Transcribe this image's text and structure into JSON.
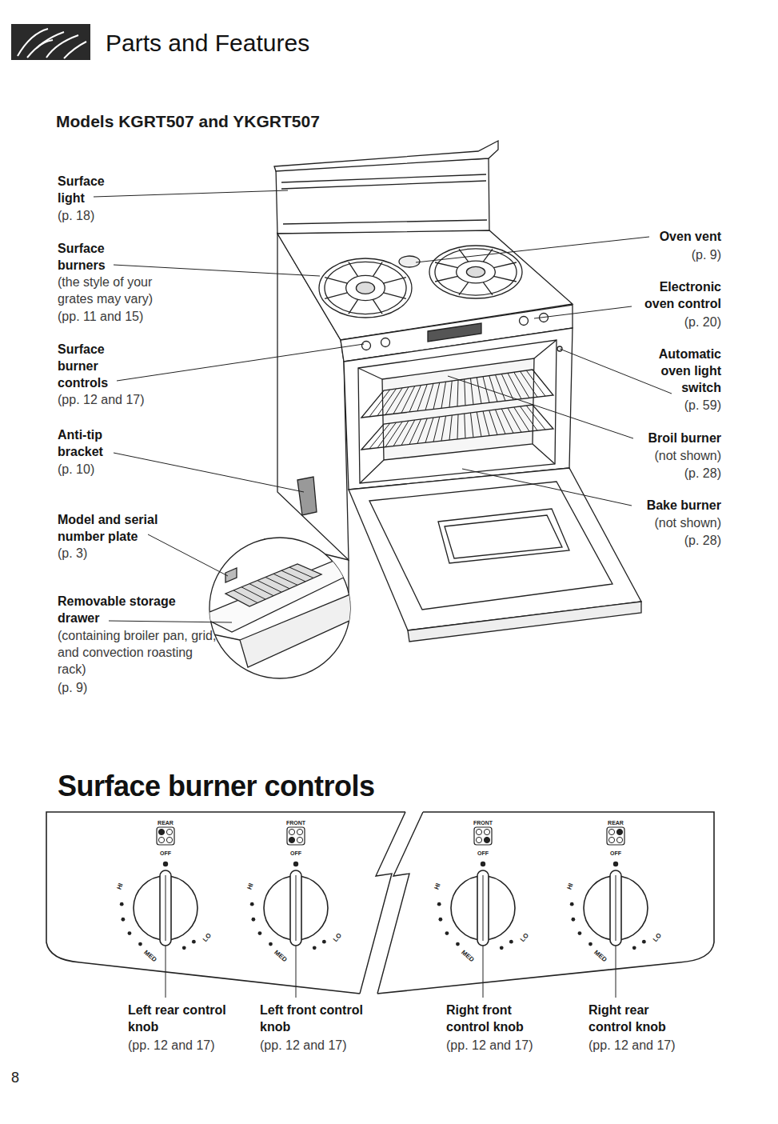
{
  "diagram": {
    "title": "Parts and Features",
    "nodes": [
      {
        "text": [
          "REAR",
          "OFF",
          "HI",
          "MED",
          "LO",
          "FRONT",
          "OFF",
          "HI",
          "MED",
          "LO",
          "FRONT",
          "OFF",
          "HI",
          "MED",
          "LO",
          "REAR",
          "OFF",
          "HI",
          "MED",
          "LO"
        ]
      }
    ],
    "labels": [
      "Models KGRT507 and YKGRT507",
      "Surface light",
      "(p. 18)",
      "Surface burners",
      "(the style of your grates may vary)",
      "(pp. 11 and 15)",
      "Surface burner controls",
      "(pp. 12 and 17)",
      "Anti-tip bracket",
      "(p. 10)",
      "Model and serial number plate",
      "(p. 3)",
      "Removable storage drawer",
      "(containing broiler pan, grid, and convection roasting rack)",
      "(p. 9)",
      "Oven vent",
      "(p. 9)",
      "Electronic oven control",
      "(p. 20)",
      "Automatic oven light switch",
      "(p. 59)",
      "Broil burner",
      "(not shown)",
      "(p. 28)",
      "Bake burner",
      "(not shown)",
      "(p. 28)",
      "Surface burner controls",
      "Left rear control knob",
      "(pp. 12 and 17)",
      "Left front control knob",
      "(pp. 12 and 17)",
      "Right front control knob",
      "(pp. 12 and 17)",
      "Right rear control knob",
      "(pp. 12 and 17)",
      "8"
    ]
  }
}
